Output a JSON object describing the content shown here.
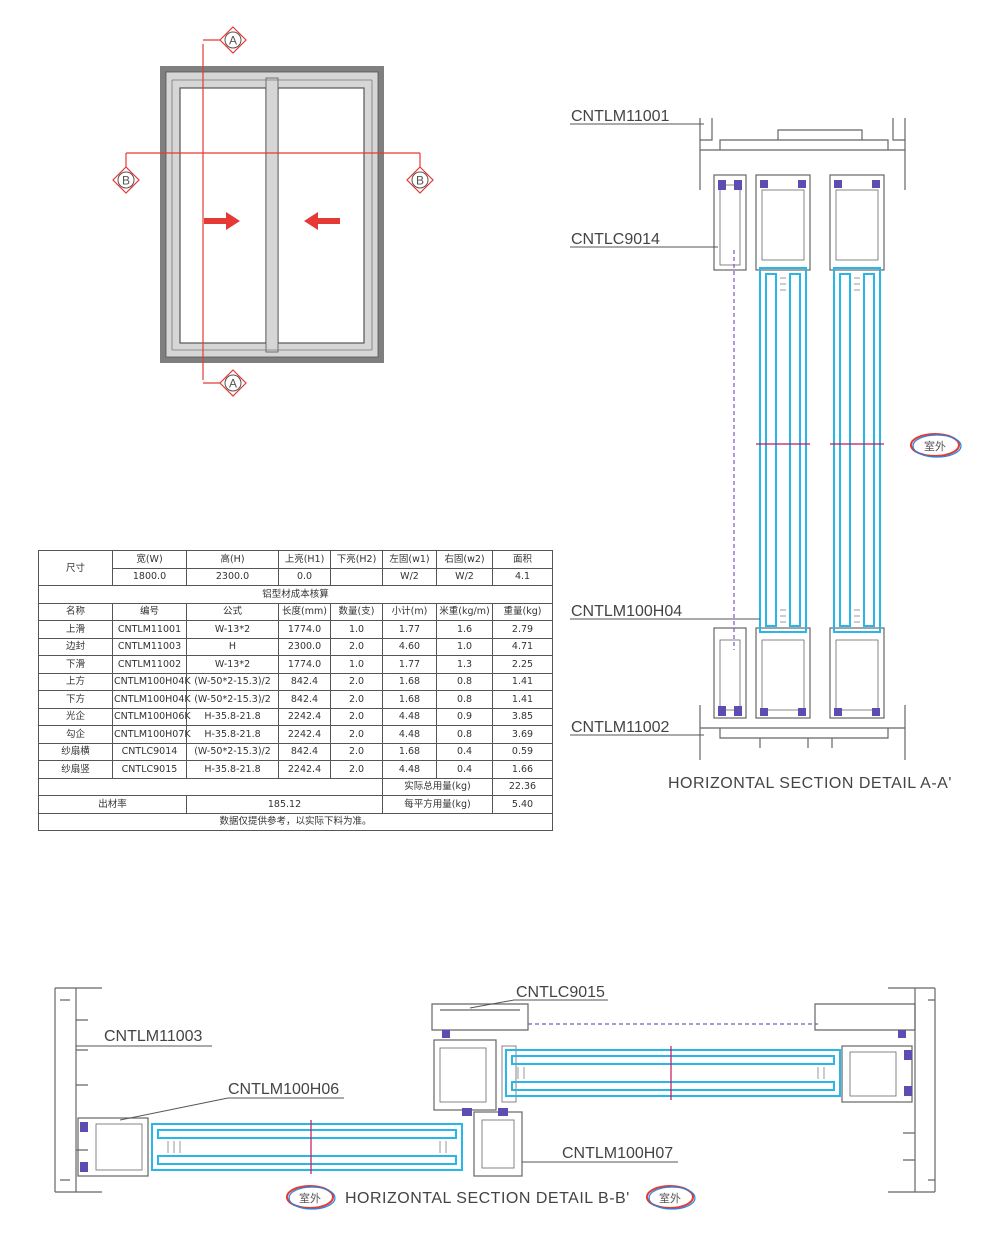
{
  "section_markers": {
    "a": "A",
    "b": "B"
  },
  "outdoor_badge": "室外",
  "section_aa": {
    "title": "HORIZONTAL SECTION DETAIL A-A'",
    "labels": [
      "CNTLM11001",
      "CNTLC9014",
      "CNTLM100H04",
      "CNTLM11002"
    ]
  },
  "section_bb": {
    "title": "HORIZONTAL SECTION DETAIL B-B'",
    "labels": [
      "CNTLM11003",
      "CNTLM100H06",
      "CNTLC9015",
      "CNTLM100H07"
    ]
  },
  "colors": {
    "frame": "#7f7f7f",
    "marker": "#e53935",
    "glass": "#29b6e8",
    "gasket": "#5c4db1",
    "profile": "#666666"
  },
  "table": {
    "size_label": "尺寸",
    "size_headers": [
      "宽(W)",
      "高(H)",
      "上亮(H1)",
      "下亮(H2)",
      "左固(w1)",
      "右固(w2)",
      "面积"
    ],
    "size_values": [
      "1800.0",
      "2300.0",
      "0.0",
      "",
      "W/2",
      "W/2",
      "4.1"
    ],
    "section_title": "铝型材成本核算",
    "columns": [
      "名称",
      "编号",
      "公式",
      "长度(mm)",
      "数量(支)",
      "小计(m)",
      "米重(kg/m)",
      "重量(kg)"
    ],
    "rows": [
      [
        "上滑",
        "CNTLM11001",
        "W-13*2",
        "1774.0",
        "1.0",
        "1.77",
        "1.6",
        "2.79"
      ],
      [
        "边封",
        "CNTLM11003",
        "H",
        "2300.0",
        "2.0",
        "4.60",
        "1.0",
        "4.71"
      ],
      [
        "下滑",
        "CNTLM11002",
        "W-13*2",
        "1774.0",
        "1.0",
        "1.77",
        "1.3",
        "2.25"
      ],
      [
        "上方",
        "CNTLM100H04K",
        "(W-50*2-15.3)/2",
        "842.4",
        "2.0",
        "1.68",
        "0.8",
        "1.41"
      ],
      [
        "下方",
        "CNTLM100H04K",
        "(W-50*2-15.3)/2",
        "842.4",
        "2.0",
        "1.68",
        "0.8",
        "1.41"
      ],
      [
        "光企",
        "CNTLM100H06K",
        "H-35.8-21.8",
        "2242.4",
        "2.0",
        "4.48",
        "0.9",
        "3.85"
      ],
      [
        "勾企",
        "CNTLM100H07K",
        "H-35.8-21.8",
        "2242.4",
        "2.0",
        "4.48",
        "0.8",
        "3.69"
      ],
      [
        "纱扇横",
        "CNTLC9014",
        "(W-50*2-15.3)/2",
        "842.4",
        "2.0",
        "1.68",
        "0.4",
        "0.59"
      ],
      [
        "纱扇竖",
        "CNTLC9015",
        "H-35.8-21.8",
        "2242.4",
        "2.0",
        "4.48",
        "0.4",
        "1.66"
      ]
    ],
    "total_label": "实际总用量(kg)",
    "total_value": "22.36",
    "yield_label": "出材率",
    "yield_value": "185.12",
    "per_sqm_label": "每平方用量(kg)",
    "per_sqm_value": "5.40",
    "note": "数据仅提供参考，以实际下料为准。"
  }
}
